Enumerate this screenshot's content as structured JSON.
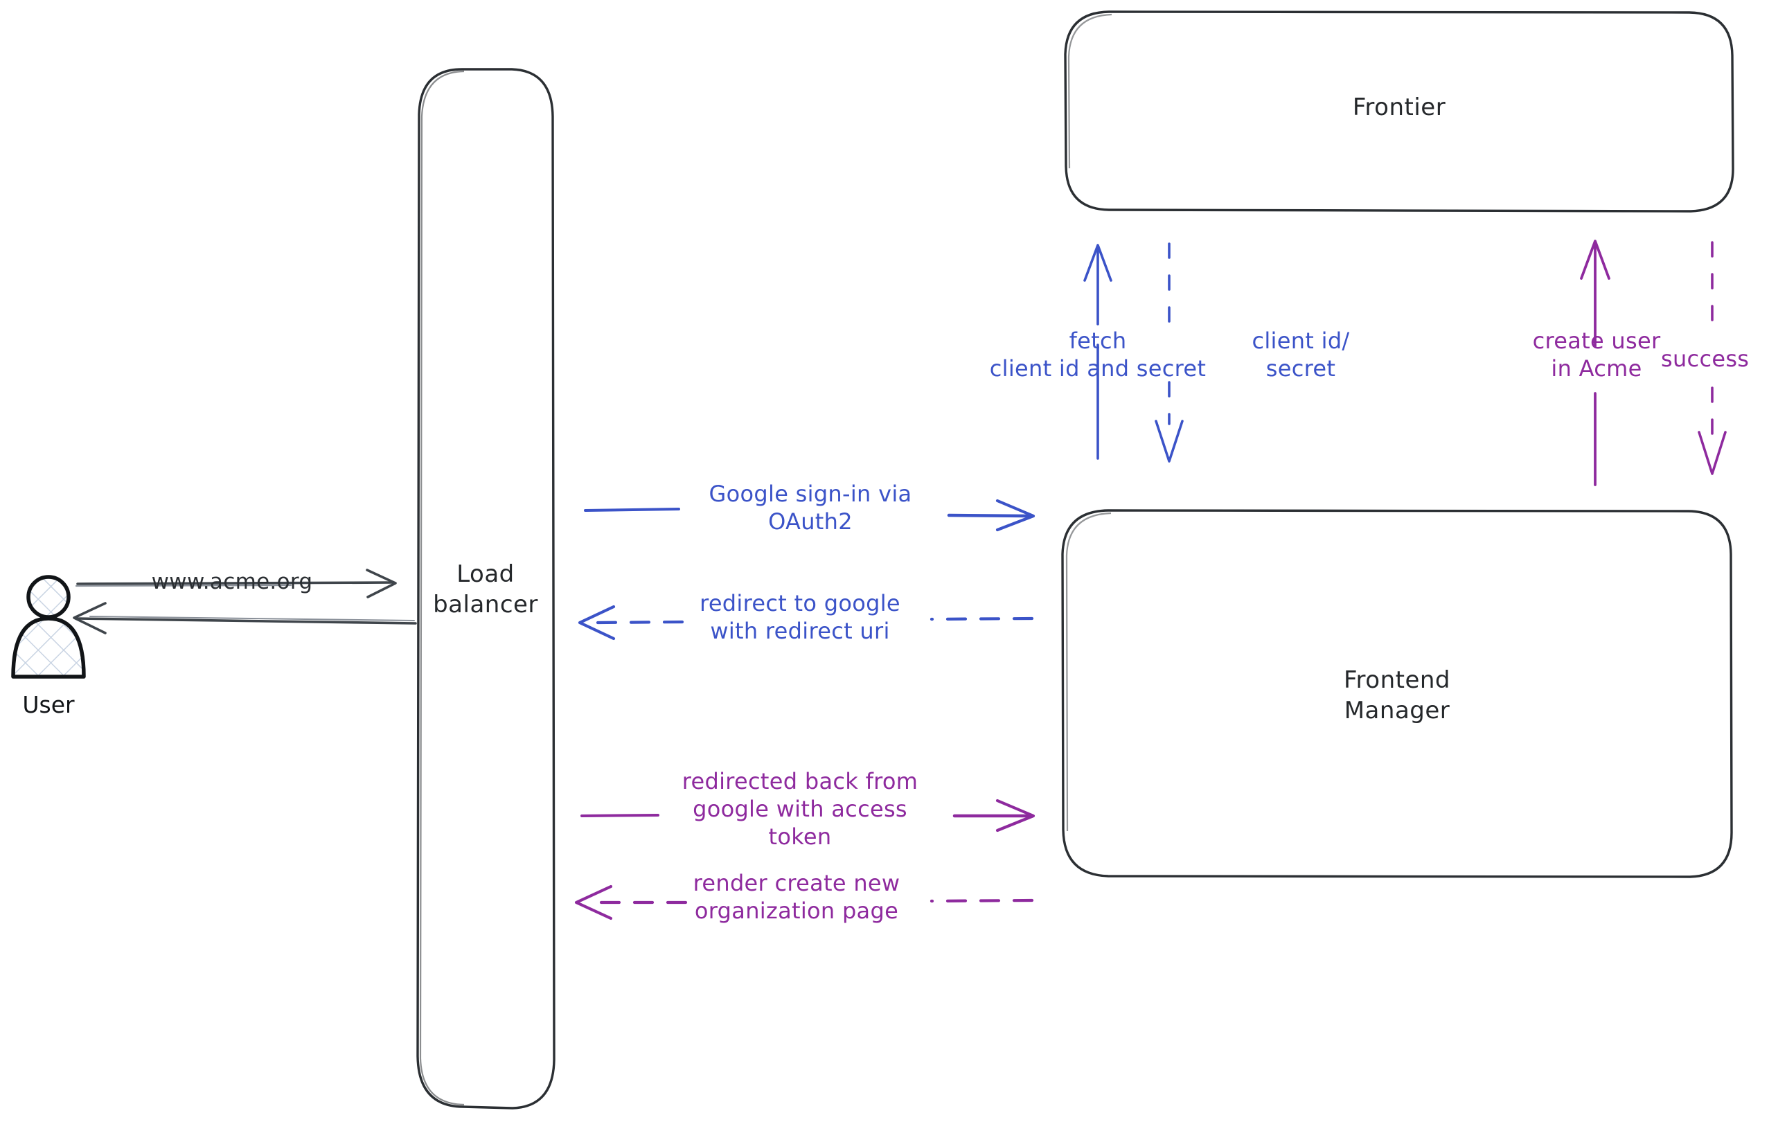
{
  "diagram": {
    "title": "Google OAuth2 sign-in sequence diagram",
    "colors": {
      "stroke_dark": "#2b2f33",
      "blue": "#3B53C8",
      "purple": "#8E2A9E",
      "background": "#ffffff",
      "actor_hatch": "#c9d4e3"
    },
    "actors": [
      {
        "name": "user",
        "label": "User",
        "icon": "person-icon"
      }
    ],
    "nodes": [
      {
        "name": "load-balancer",
        "label": "Load\nbalancer"
      },
      {
        "name": "frontier",
        "label": "Frontier"
      },
      {
        "name": "frontend-manager",
        "label": "Frontend\nManager"
      }
    ],
    "edges": [
      {
        "name": "user-to-lb",
        "label": "www.acme.org",
        "color": "dark",
        "style": "solid",
        "direction": "right"
      },
      {
        "name": "lb-to-user",
        "label": "",
        "color": "dark",
        "style": "solid",
        "direction": "left"
      },
      {
        "name": "lb-to-fm-signin",
        "label": "Google sign-in via\nOAuth2",
        "color": "blue",
        "style": "solid",
        "direction": "right"
      },
      {
        "name": "fm-to-lb-redirect",
        "label": "redirect to google\nwith redirect uri",
        "color": "blue",
        "style": "dashed",
        "direction": "left"
      },
      {
        "name": "lb-to-fm-token",
        "label": "redirected back from\ngoogle with access\ntoken",
        "color": "purple",
        "style": "solid",
        "direction": "right"
      },
      {
        "name": "fm-to-lb-render",
        "label": "render create new\norganization page",
        "color": "purple",
        "style": "dashed",
        "direction": "left"
      },
      {
        "name": "fm-to-frontier-fetch",
        "label": "fetch\nclient id and secret",
        "color": "blue",
        "style": "solid",
        "direction": "up"
      },
      {
        "name": "frontier-to-fm-creds",
        "label": "client id/\nsecret",
        "color": "blue",
        "style": "dashed",
        "direction": "down"
      },
      {
        "name": "fm-to-frontier-create",
        "label": "create user\nin Acme",
        "color": "purple",
        "style": "solid",
        "direction": "up"
      },
      {
        "name": "frontier-to-fm-success",
        "label": "success",
        "color": "purple",
        "style": "dashed",
        "direction": "down"
      }
    ]
  }
}
